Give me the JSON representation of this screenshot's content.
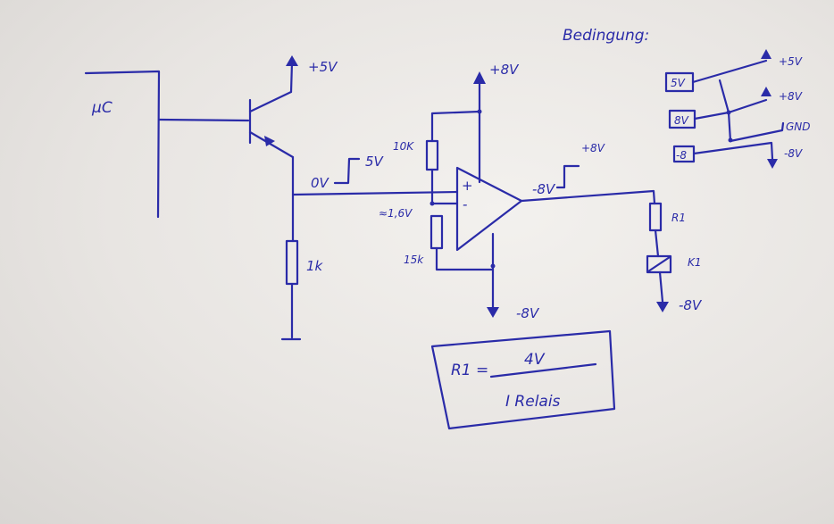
{
  "labels": {
    "mc": "μC",
    "t_plus5": "+5V",
    "opamp_plus8": "+8V",
    "opamp_minus8": "-8V",
    "r10k": "10K",
    "r15k": "15k",
    "r1k": "1k",
    "v_ref": "≈1,6V",
    "in_low": "0V",
    "in_high": "5V",
    "out_low": "-8V",
    "out_high": "+8V",
    "plus_sign": "+",
    "minus_sign": "-",
    "r1": "R1",
    "k1": "K1",
    "relay_minus8": "-8V",
    "bedingung": "Bedingung:",
    "cond_5v_box": "5V",
    "cond_8v_box": "8V",
    "cond_m8_box": "-8",
    "cond_plus5": "+5V",
    "cond_plus8": "+8V",
    "cond_gnd": "GND",
    "cond_minus8": "-8V",
    "formula_lhs": "R1 =",
    "formula_num": "4V",
    "formula_den": "I Relais"
  },
  "colors": {
    "ink": "#2a2ba8",
    "paper": "#eeebe8"
  }
}
